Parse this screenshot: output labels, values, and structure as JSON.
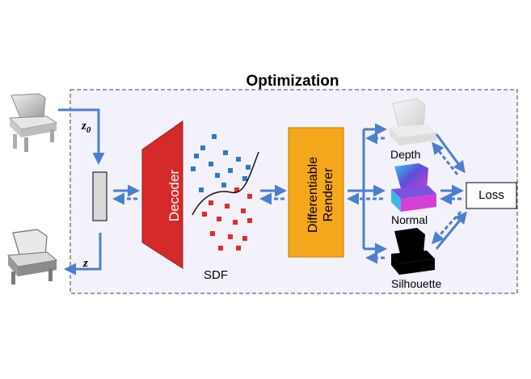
{
  "title": "Optimization",
  "latent": {
    "initial_label": "z",
    "initial_subscript": "0",
    "final_label": "z"
  },
  "decoder": {
    "label": "Decoder",
    "color": "#d42a2a"
  },
  "sdf": {
    "label": "SDF",
    "point_colors": [
      "#2e7bc4",
      "#e52a2a"
    ]
  },
  "renderer": {
    "label_line1": "Differentiable",
    "label_line2": "Renderer",
    "color": "#f5a81c"
  },
  "outputs": {
    "depth_label": "Depth",
    "normal_label": "Normal",
    "silhouette_label": "Silhouette"
  },
  "loss": {
    "label": "Loss"
  },
  "arrow_color": "#4a7fd1"
}
